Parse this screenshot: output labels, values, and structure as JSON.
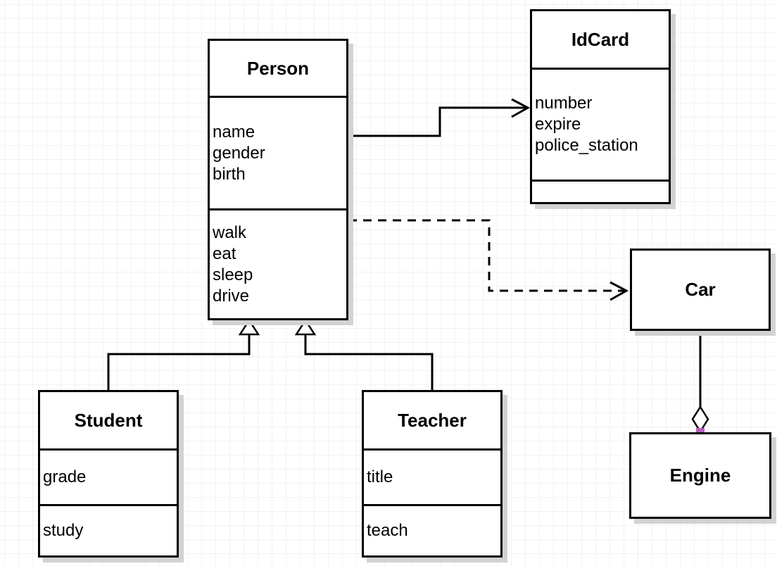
{
  "diagram": {
    "tool": "uml-class-diagram",
    "classes": [
      {
        "name": "Person",
        "title": "Person",
        "attributes": [
          "name",
          "gender",
          "birth"
        ],
        "methods": [
          "walk",
          "eat",
          "sleep",
          "drive"
        ]
      },
      {
        "name": "IdCard",
        "title": "IdCard",
        "attributes": [
          "number",
          "expire",
          "police_station"
        ],
        "methods": []
      },
      {
        "name": "Car",
        "title": "Car",
        "attributes": [],
        "methods": []
      },
      {
        "name": "Engine",
        "title": "Engine",
        "attributes": [],
        "methods": []
      },
      {
        "name": "Student",
        "title": "Student",
        "attributes": [
          "grade"
        ],
        "methods": [
          "study"
        ]
      },
      {
        "name": "Teacher",
        "title": "Teacher",
        "attributes": [
          "title"
        ],
        "methods": [
          "teach"
        ]
      }
    ],
    "relations": [
      {
        "from": "Person",
        "to": "IdCard",
        "type": "association",
        "line": "solid",
        "arrow": "open"
      },
      {
        "from": "Person",
        "to": "Car",
        "type": "dependency",
        "line": "dashed",
        "arrow": "open"
      },
      {
        "from": "Student",
        "to": "Person",
        "type": "generalization",
        "line": "solid",
        "arrow": "hollow-triangle"
      },
      {
        "from": "Teacher",
        "to": "Person",
        "type": "generalization",
        "line": "solid",
        "arrow": "hollow-triangle"
      },
      {
        "from": "Car",
        "to": "Engine",
        "type": "aggregation",
        "line": "solid",
        "arrow": "hollow-diamond"
      }
    ],
    "colors": {
      "stroke": "#000000",
      "fill": "#ffffff",
      "shadow": "#d2d2d2",
      "grid": "#f2f2f2",
      "connection_handle": "#ba5fbe"
    }
  }
}
